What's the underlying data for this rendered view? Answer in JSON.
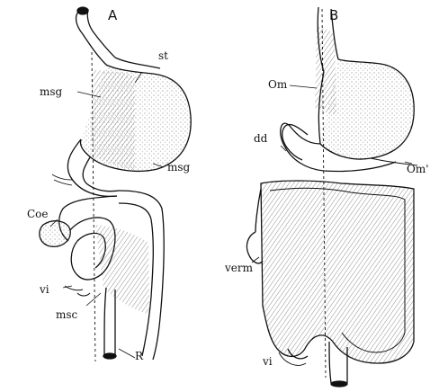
{
  "figure": {
    "panel_a": {
      "letter": "A",
      "labels": {
        "st": "st",
        "msg_left": "msg",
        "msg_right": "msg",
        "coe": "Coe",
        "vi": "vi",
        "msc": "msc",
        "r": "R"
      }
    },
    "panel_b": {
      "letter": "B",
      "labels": {
        "om": "Om",
        "dd": "dd",
        "om_prime": "Om'",
        "verm": "verm",
        "vi": "vi"
      }
    },
    "colors": {
      "ink": "#111111",
      "paper": "#ffffff"
    }
  }
}
